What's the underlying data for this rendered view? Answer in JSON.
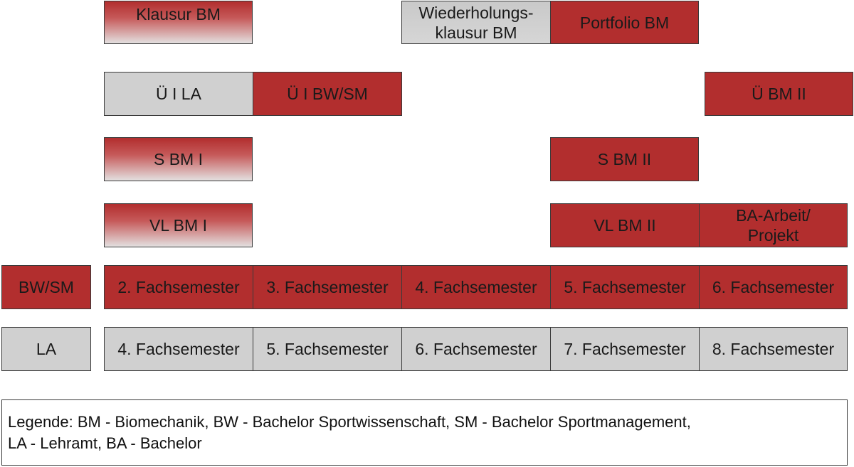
{
  "modules": {
    "klausur_bm": "Klausur BM",
    "wiederholungsklausur_line1": "Wiederholungs-",
    "wiederholungsklausur_line2": "klausur BM",
    "portfolio_bm": "Portfolio BM",
    "ue_i_la": "Ü I LA",
    "ue_i_bwsm": "Ü I BW/SM",
    "ue_bm_ii": "Ü BM II",
    "s_bm_i": "S BM I",
    "s_bm_ii": "S BM II",
    "vl_bm_i": "VL BM I",
    "vl_bm_ii": "VL BM II",
    "ba_arbeit_line1": "BA-Arbeit/",
    "ba_arbeit_line2": "Projekt"
  },
  "rows": {
    "bwsm": {
      "label": "BW/SM",
      "semesters": [
        "2. Fachsemester",
        "3. Fachsemester",
        "4. Fachsemester",
        "5. Fachsemester",
        "6. Fachsemester"
      ]
    },
    "la": {
      "label": "LA",
      "semesters": [
        "4. Fachsemester",
        "5. Fachsemester",
        "6. Fachsemester",
        "7. Fachsemester",
        "8. Fachsemester"
      ]
    }
  },
  "legend": {
    "line1": "Legende: BM - Biomechanik, BW - Bachelor Sportwissenschaft, SM - Bachelor Sportmanagement,",
    "line2": "LA - Lehramt, BA - Bachelor"
  },
  "colors": {
    "red": "#b22e2e",
    "grey": "#d0d0d0",
    "border": "#3a3a3a"
  }
}
